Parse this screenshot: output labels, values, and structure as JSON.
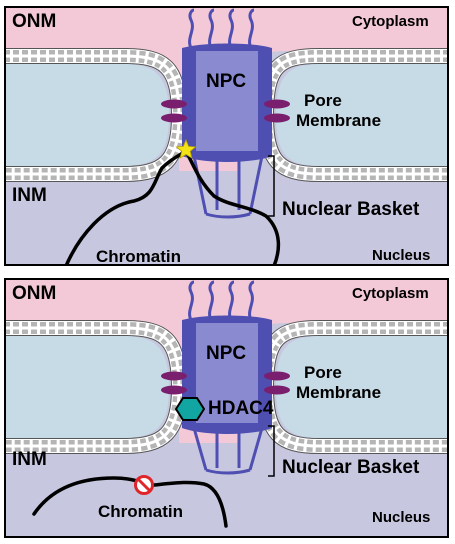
{
  "colors": {
    "cytoplasm": "#f3c9d8",
    "nucleus": "#c7c8e0",
    "lumen": "#c6dbe6",
    "npc_dark": "#4f4fb2",
    "npc_light": "#8a8ad0",
    "anchor": "#7a1f6e",
    "hdac4": "#12a6a3",
    "star": "#f4e416",
    "prohibited": "#e0252a"
  },
  "icons": {
    "interaction_marker": "star-icon",
    "blocked_marker": "prohibited-icon",
    "hdac4_marker": "hexagon-icon"
  },
  "panels": [
    {
      "onm": "ONM",
      "cytoplasm": "Cytoplasm",
      "npc": "NPC",
      "pore_membrane": [
        "Pore",
        "Membrane"
      ],
      "inm": "INM",
      "nuclear_basket": "Nuclear Basket",
      "chromatin": "Chromatin",
      "nucleus": "Nucleus"
    },
    {
      "onm": "ONM",
      "cytoplasm": "Cytoplasm",
      "npc": "NPC",
      "hdac4": "HDAC4",
      "pore_membrane": [
        "Pore",
        "Membrane"
      ],
      "inm": "INM",
      "nuclear_basket": "Nuclear Basket",
      "chromatin": "Chromatin",
      "nucleus": "Nucleus"
    }
  ]
}
